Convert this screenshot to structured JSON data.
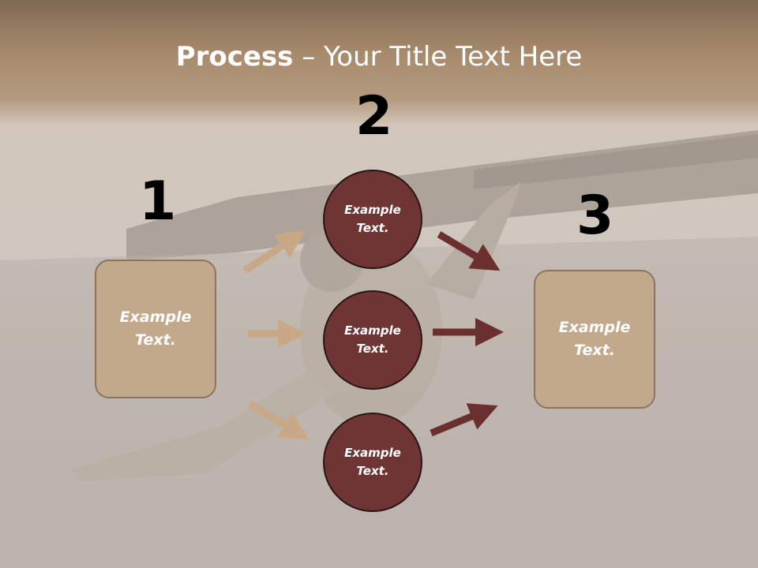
{
  "title": {
    "bold": "Process",
    "rest": " – Your Title Text Here"
  },
  "steps": {
    "one": "1",
    "two": "2",
    "three": "3"
  },
  "left_box": {
    "line1": "Example",
    "line2": "Text."
  },
  "right_box": {
    "line1": "Example",
    "line2": "Text."
  },
  "circles": [
    {
      "line1": "Example",
      "line2": "Text."
    },
    {
      "line1": "Example",
      "line2": "Text."
    },
    {
      "line1": "Example",
      "line2": "Text."
    }
  ],
  "colors": {
    "tan": "#c3a98c",
    "maroon": "#6f3535",
    "arrow_tan": "#c8a886",
    "arrow_dark": "#6b2f2f"
  }
}
